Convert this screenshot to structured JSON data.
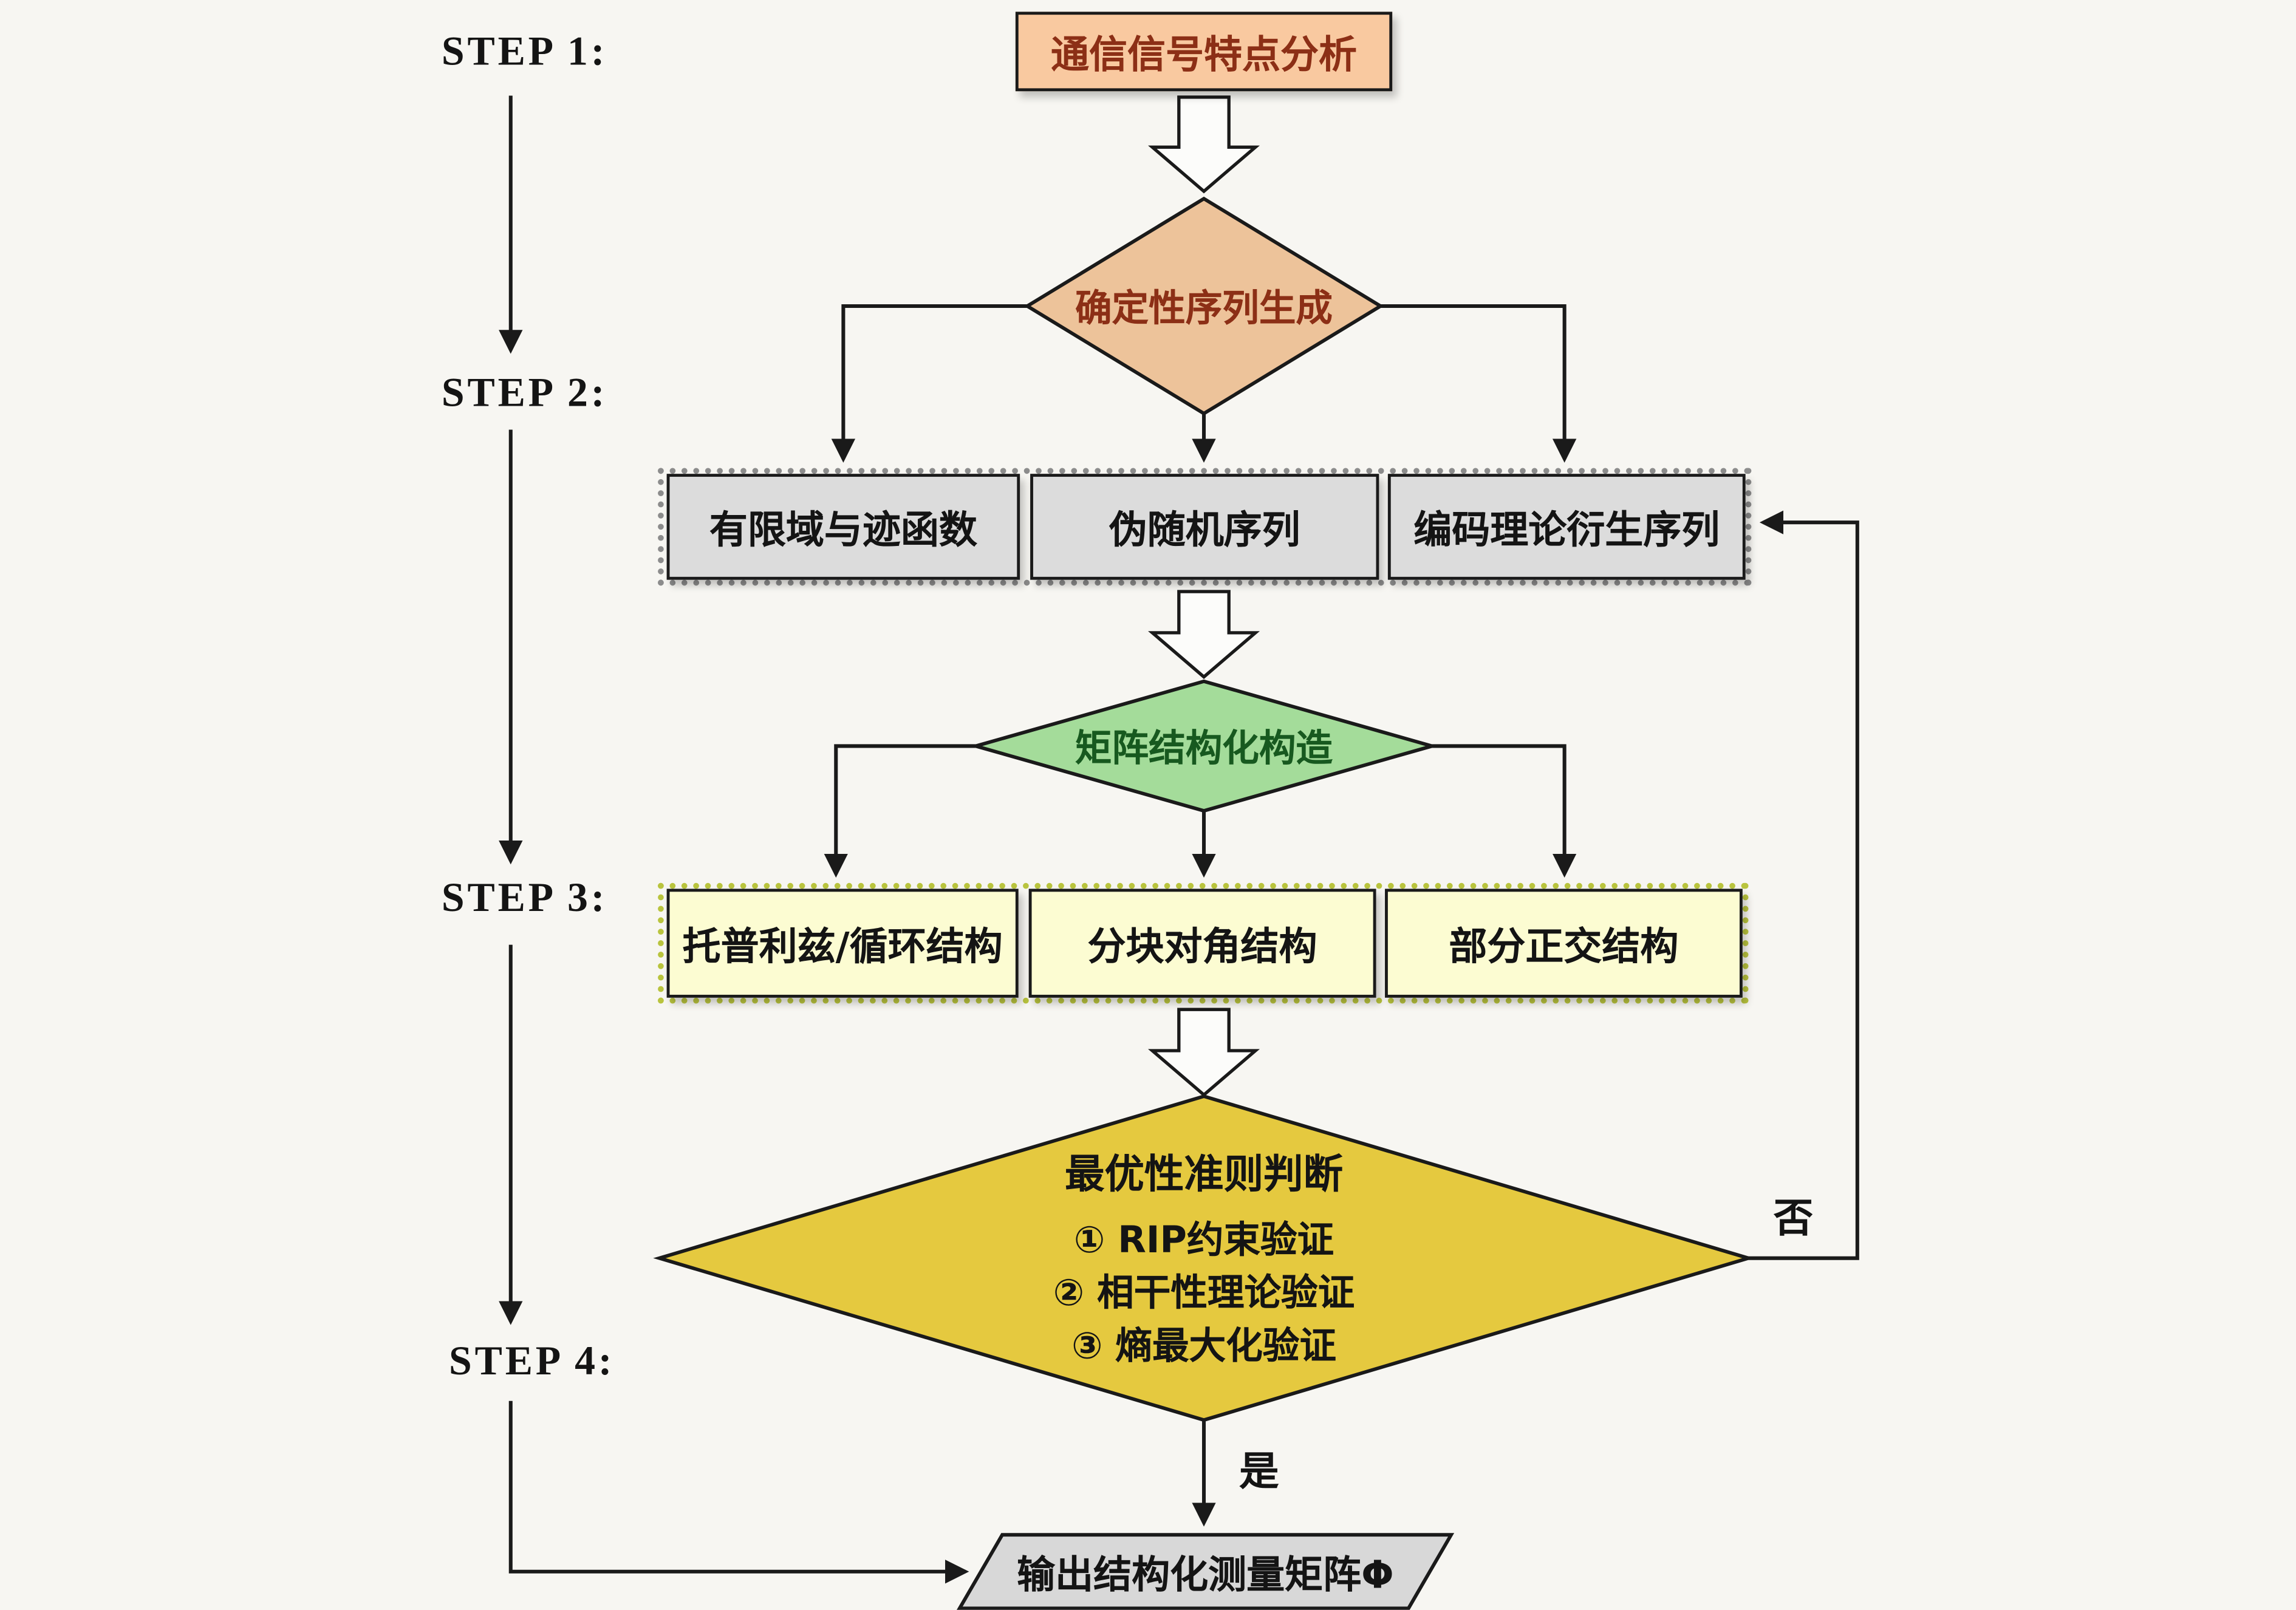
{
  "steps": [
    {
      "label": "STEP 1:"
    },
    {
      "label": "STEP 2:"
    },
    {
      "label": "STEP 3:"
    },
    {
      "label": "STEP 4:"
    }
  ],
  "nodes": {
    "start": {
      "label": "通信信号特点分析"
    },
    "decision_sequence": {
      "label": "确定性序列生成"
    },
    "sequence_options": [
      "有限域与迹函数",
      "伪随机序列",
      "编码理论衍生序列"
    ],
    "decision_structure": {
      "label": "矩阵结构化构造"
    },
    "structure_options": [
      "托普利兹/循环结构",
      "分块对角结构",
      "部分正交结构"
    ],
    "optimality": {
      "title": "最优性准则判断",
      "items": [
        "① RIP约束验证",
        "② 相干性理论验证",
        "③ 熵最大化验证"
      ]
    },
    "output": {
      "label": "输出结构化测量矩阵Φ"
    }
  },
  "edges": {
    "no": "否",
    "yes": "是"
  },
  "colors": {
    "background": "#f7f6f2",
    "start_fill": "#f9c9a0",
    "decision1_fill": "#edc39a",
    "gray_box_fill": "#dcdcdc",
    "step2_group_border": "#8c8c8c",
    "decision2_fill": "#a4dc9a",
    "yellow_box_fill": "#fcfcd2",
    "step3_group_border": "#b9c43e",
    "decision3_fill": "#e5c93f",
    "output_fill": "#d8d8d8",
    "block_arrow_fill": "#fcfcfa",
    "dark_red_text": "#8c2f16",
    "dark_green_text": "#17591f",
    "line_color": "#1a1a1a"
  }
}
